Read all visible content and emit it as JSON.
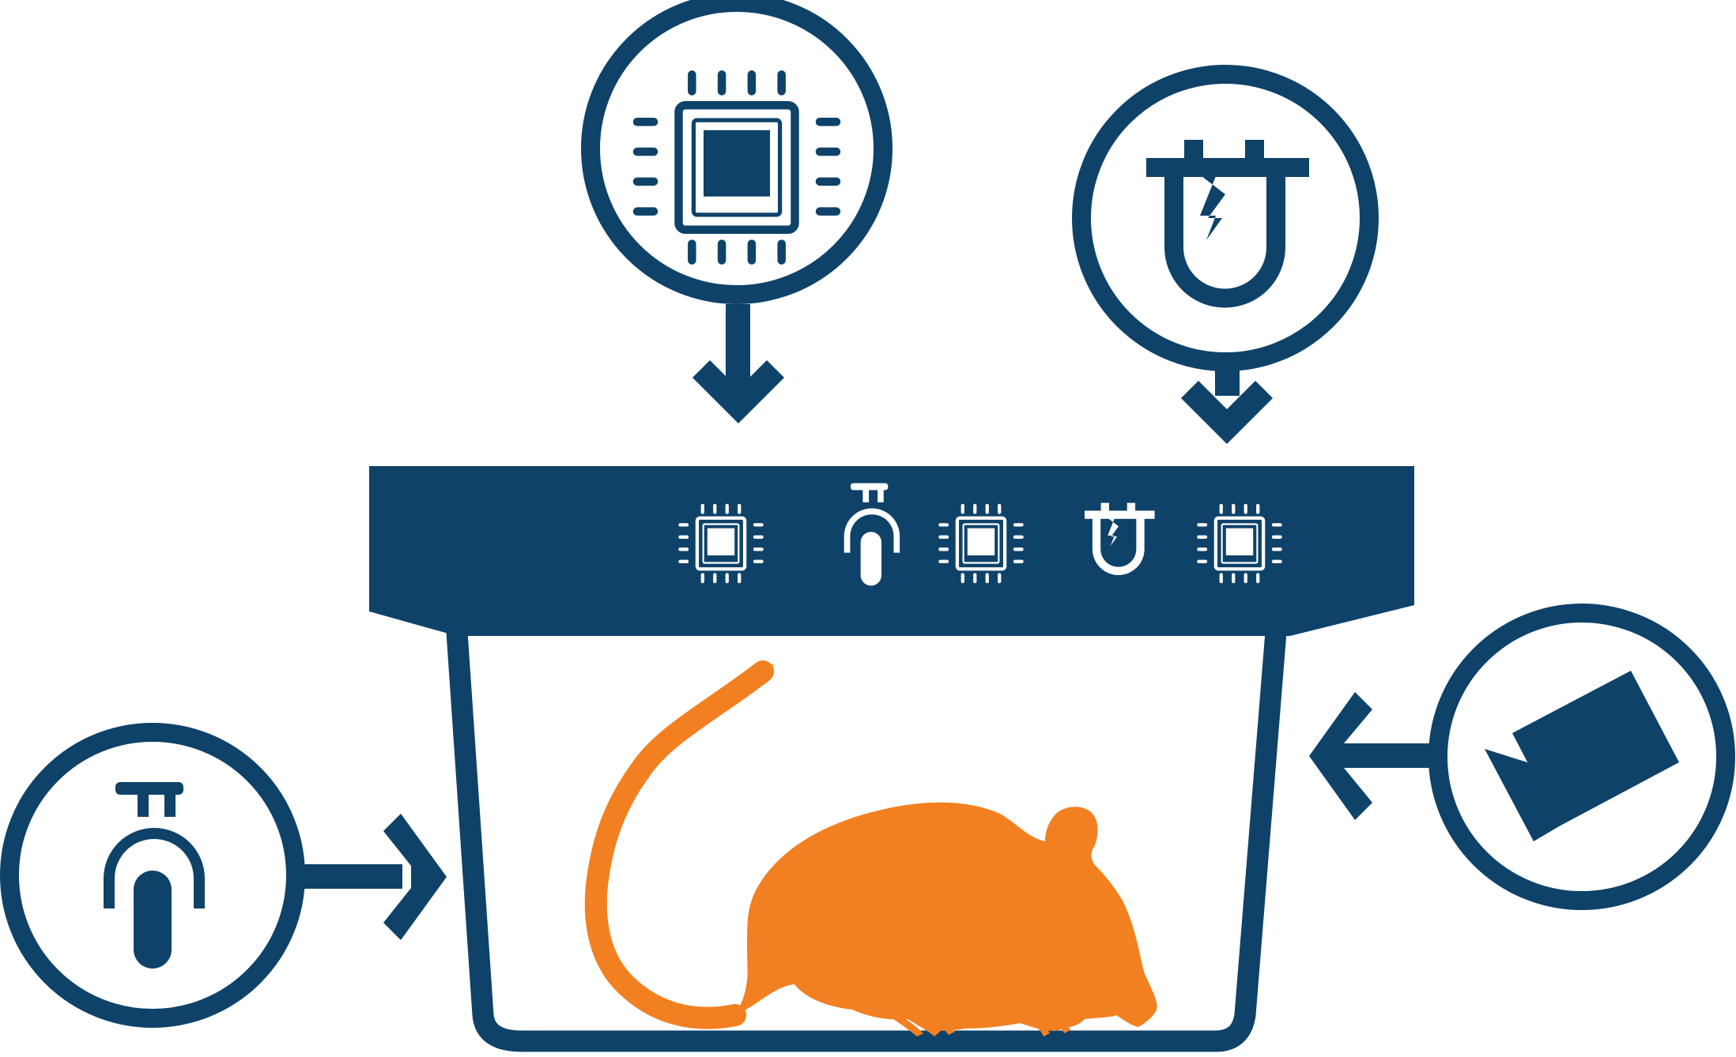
{
  "colors": {
    "navy": "#0e4269",
    "orange": "#f28021",
    "white": "#ffffff"
  },
  "diagram": {
    "description_items": [
      {
        "id": "chip",
        "icon": "microchip-icon",
        "flows_to": "cage-lid"
      },
      {
        "id": "power",
        "icon": "power-plug-icon",
        "flows_to": "cage-lid"
      },
      {
        "id": "pump",
        "icon": "syringe-pump-icon",
        "flows_to": "cage"
      },
      {
        "id": "camera",
        "icon": "video-camera-icon",
        "flows_to": "cage"
      }
    ],
    "lid_icons": [
      "microchip-icon",
      "syringe-pump-icon",
      "microchip-icon",
      "power-plug-icon",
      "microchip-icon"
    ],
    "subject": "mouse-icon"
  }
}
